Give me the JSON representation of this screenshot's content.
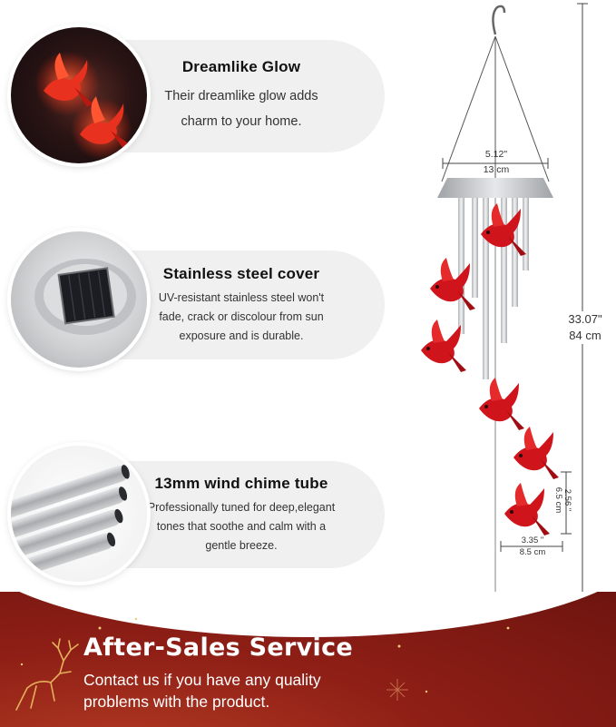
{
  "features": [
    {
      "title": "Dreamlike Glow",
      "text_lines": [
        "Their dreamlike glow adds",
        "charm to your home."
      ],
      "image_icon": "glowing-cardinal-birds-icon"
    },
    {
      "title": "Stainless steel cover",
      "text_lines": [
        "UV-resistant stainless steel won't",
        "fade, crack or discolour from sun",
        "exposure and is durable."
      ],
      "image_icon": "solar-panel-cover-icon"
    },
    {
      "title": "13mm wind chime tube",
      "text_lines": [
        "Professionally tuned for deep,elegant",
        "tones that soothe and calm with a",
        "gentle breeze."
      ],
      "image_icon": "chime-tubes-icon"
    }
  ],
  "dimensions": {
    "cover_width_in": "5.12\"",
    "cover_width_cm": "13 cm",
    "total_length_in": "33.07\"",
    "total_length_cm": "84 cm",
    "bird_height_in": "2.56 \"",
    "bird_height_cm": "6.5 cm",
    "bird_width_in": "3.35 \"",
    "bird_width_cm": "8.5 cm"
  },
  "banner": {
    "title": "After-Sales Service",
    "text_lines": [
      "Contact us if you have any quality",
      "problems with the product."
    ]
  },
  "colors": {
    "cardinal_red": "#c8141b",
    "banner_red": "#8f1f16",
    "steel": "#c0c2c5",
    "pill_gray": "#f0f0f0"
  }
}
